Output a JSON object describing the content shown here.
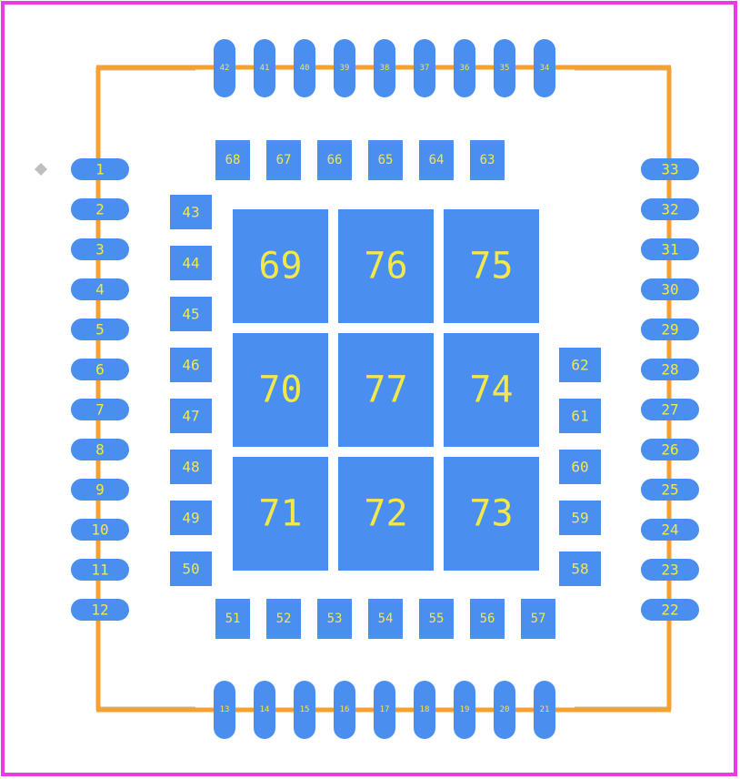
{
  "colors": {
    "board_outline": "#e63ce6",
    "silkscreen": "#f5a030",
    "courtyard": "#c8b89a",
    "pad": "#4a8ff0",
    "label": "#f2e84b",
    "marker": "#bfbfbf"
  },
  "left_pins": [
    "1",
    "2",
    "3",
    "4",
    "5",
    "6",
    "7",
    "8",
    "9",
    "10",
    "11",
    "12"
  ],
  "right_pins": [
    "33",
    "32",
    "31",
    "30",
    "29",
    "28",
    "27",
    "26",
    "25",
    "24",
    "23",
    "22"
  ],
  "top_pins": [
    "42",
    "41",
    "40",
    "39",
    "38",
    "37",
    "36",
    "35",
    "34"
  ],
  "bottom_pins": [
    "13",
    "14",
    "15",
    "16",
    "17",
    "18",
    "19",
    "20",
    "21"
  ],
  "inner_top_row": [
    "68",
    "67",
    "66",
    "65",
    "64",
    "63"
  ],
  "inner_left_col": [
    "43",
    "44",
    "45",
    "46",
    "47",
    "48",
    "49",
    "50"
  ],
  "inner_right_col": [
    "62",
    "61",
    "60",
    "59",
    "58"
  ],
  "inner_bottom_row": [
    "51",
    "52",
    "53",
    "54",
    "55",
    "56",
    "57"
  ],
  "thermal_pads": [
    [
      "69",
      "76",
      "75"
    ],
    [
      "70",
      "77",
      "74"
    ],
    [
      "71",
      "72",
      "73"
    ]
  ]
}
